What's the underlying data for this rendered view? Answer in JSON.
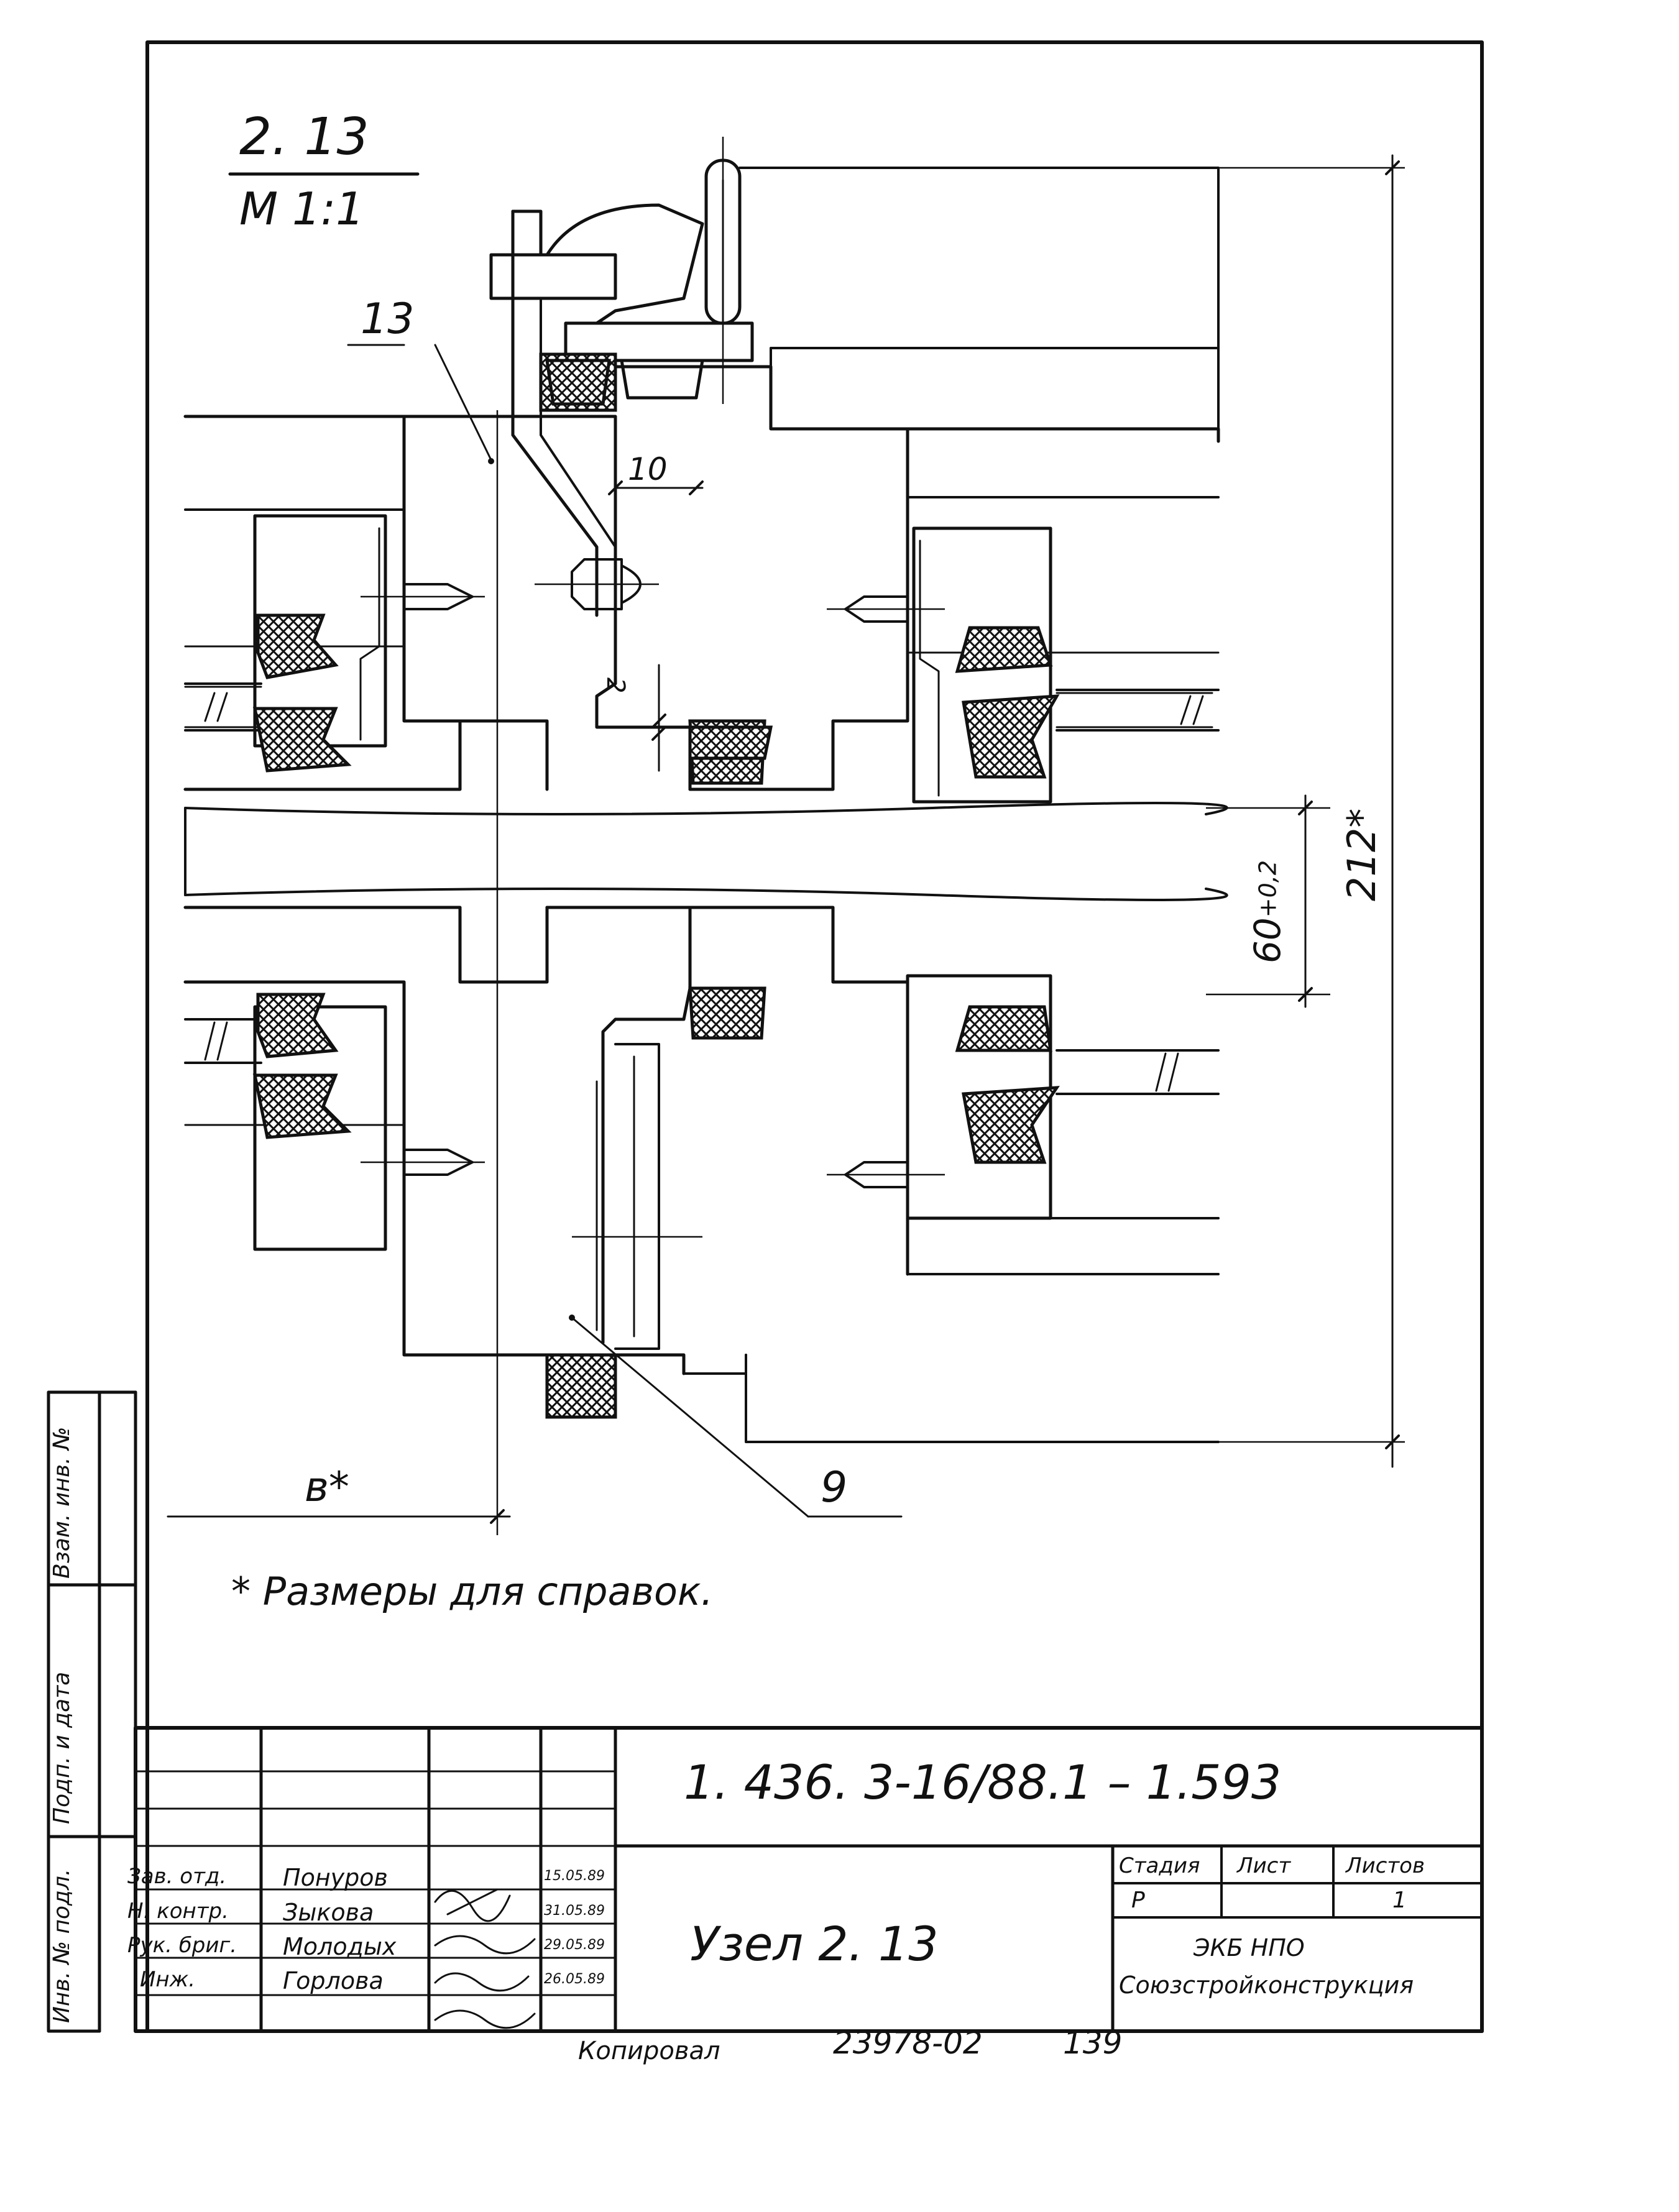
{
  "node": {
    "number": "2. 13",
    "scale": "М 1:1"
  },
  "callouts": {
    "part_13": "13",
    "part_9": "9",
    "dim_10": "10",
    "dim_2": "2",
    "dim_60": "60",
    "dim_60_tol": "+0,2",
    "dim_212": "212*",
    "dim_b": "в*"
  },
  "note": "* Размеры для справок.",
  "side_stamp": {
    "inv_podl": "Инв. № подл.",
    "podp_data": "Подп. и дата",
    "vzam_inv": "Взам. инв. №"
  },
  "title_block": {
    "doc_code": "1. 436. 3-16/88.1 – 1.593",
    "drawing_title": "Узел 2. 13",
    "stage_header": "Стадия",
    "sheet_header": "Лист",
    "sheets_header": "Листов",
    "stage_value": "Р",
    "sheet_value": "",
    "sheets_value": "1",
    "org_line1": "ЭКБ НПО",
    "org_line2": "Союзстройконструкция",
    "signers": [
      {
        "role": "Зав. отд.",
        "name": "Понуров",
        "date": "15.05.89"
      },
      {
        "role": "Н. контр.",
        "name": "Зыкова",
        "date": "31.05.89"
      },
      {
        "role": "Рук. бриг.",
        "name": "Молодых",
        "date": "29.05.89"
      },
      {
        "role": "Инж.",
        "name": "Горлова",
        "date": "26.05.89"
      }
    ]
  },
  "footer": {
    "copied_by": "Копировал",
    "number": "23978-02",
    "page": "139"
  }
}
